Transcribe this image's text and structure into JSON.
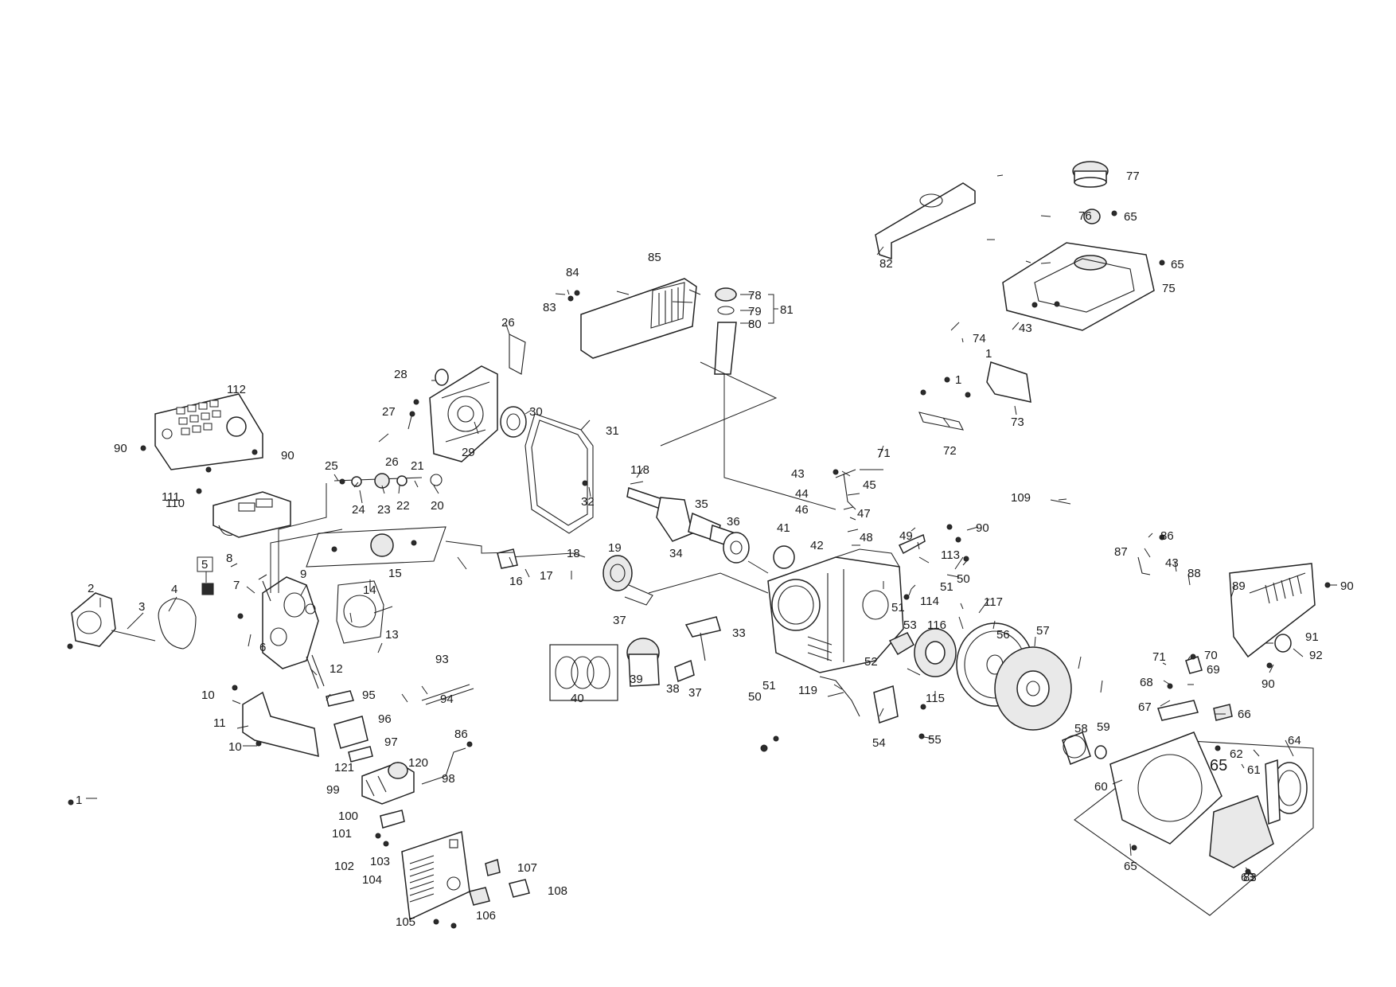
{
  "diagram": {
    "title": "Engine exploded parts diagram",
    "callouts": [
      {
        "id": "c1a",
        "text": "1"
      },
      {
        "id": "c1b",
        "text": "1"
      },
      {
        "id": "c1c",
        "text": "1"
      },
      {
        "id": "c2",
        "text": "2"
      },
      {
        "id": "c3",
        "text": "3"
      },
      {
        "id": "c4",
        "text": "4"
      },
      {
        "id": "c5",
        "text": "5"
      },
      {
        "id": "c6",
        "text": "6"
      },
      {
        "id": "c7",
        "text": "7"
      },
      {
        "id": "c8",
        "text": "8"
      },
      {
        "id": "c9",
        "text": "9"
      },
      {
        "id": "c10a",
        "text": "10"
      },
      {
        "id": "c10b",
        "text": "10"
      },
      {
        "id": "c11",
        "text": "11"
      },
      {
        "id": "c12",
        "text": "12"
      },
      {
        "id": "c13",
        "text": "13"
      },
      {
        "id": "c14",
        "text": "14"
      },
      {
        "id": "c15",
        "text": "15"
      },
      {
        "id": "c16",
        "text": "16"
      },
      {
        "id": "c17",
        "text": "17"
      },
      {
        "id": "c18",
        "text": "18"
      },
      {
        "id": "c19",
        "text": "19"
      },
      {
        "id": "c20",
        "text": "20"
      },
      {
        "id": "c21",
        "text": "21"
      },
      {
        "id": "c22",
        "text": "22"
      },
      {
        "id": "c23",
        "text": "23"
      },
      {
        "id": "c24",
        "text": "24"
      },
      {
        "id": "c25",
        "text": "25"
      },
      {
        "id": "c26a",
        "text": "26"
      },
      {
        "id": "c26b",
        "text": "26"
      },
      {
        "id": "c27",
        "text": "27"
      },
      {
        "id": "c28",
        "text": "28"
      },
      {
        "id": "c29",
        "text": "29"
      },
      {
        "id": "c30",
        "text": "30"
      },
      {
        "id": "c31",
        "text": "31"
      },
      {
        "id": "c32",
        "text": "32"
      },
      {
        "id": "c33",
        "text": "33"
      },
      {
        "id": "c34",
        "text": "34"
      },
      {
        "id": "c35",
        "text": "35"
      },
      {
        "id": "c36",
        "text": "36"
      },
      {
        "id": "c37a",
        "text": "37"
      },
      {
        "id": "c37b",
        "text": "37"
      },
      {
        "id": "c38",
        "text": "38"
      },
      {
        "id": "c39",
        "text": "39"
      },
      {
        "id": "c40",
        "text": "40"
      },
      {
        "id": "c41",
        "text": "41"
      },
      {
        "id": "c42",
        "text": "42"
      },
      {
        "id": "c43a",
        "text": "43"
      },
      {
        "id": "c43b",
        "text": "43"
      },
      {
        "id": "c43c",
        "text": "43"
      },
      {
        "id": "c44",
        "text": "44"
      },
      {
        "id": "c45",
        "text": "45"
      },
      {
        "id": "c46",
        "text": "46"
      },
      {
        "id": "c47",
        "text": "47"
      },
      {
        "id": "c48",
        "text": "48"
      },
      {
        "id": "c49",
        "text": "49"
      },
      {
        "id": "c50a",
        "text": "50"
      },
      {
        "id": "c50b",
        "text": "50"
      },
      {
        "id": "c51a",
        "text": "51"
      },
      {
        "id": "c51b",
        "text": "51"
      },
      {
        "id": "c51c",
        "text": "51"
      },
      {
        "id": "c52",
        "text": "52"
      },
      {
        "id": "c53",
        "text": "53"
      },
      {
        "id": "c54",
        "text": "54"
      },
      {
        "id": "c55",
        "text": "55"
      },
      {
        "id": "c56",
        "text": "56"
      },
      {
        "id": "c57",
        "text": "57"
      },
      {
        "id": "c58",
        "text": "58"
      },
      {
        "id": "c59",
        "text": "59"
      },
      {
        "id": "c60",
        "text": "60"
      },
      {
        "id": "c61",
        "text": "61"
      },
      {
        "id": "c62",
        "text": "62"
      },
      {
        "id": "c63",
        "text": "63"
      },
      {
        "id": "c64",
        "text": "64"
      },
      {
        "id": "c65a",
        "text": "65"
      },
      {
        "id": "c65b",
        "text": "65"
      },
      {
        "id": "c65c",
        "text": "65"
      },
      {
        "id": "c65d",
        "text": "65"
      },
      {
        "id": "c66",
        "text": "66"
      },
      {
        "id": "c67",
        "text": "67"
      },
      {
        "id": "c68",
        "text": "68"
      },
      {
        "id": "c69",
        "text": "69"
      },
      {
        "id": "c70",
        "text": "70"
      },
      {
        "id": "c71a",
        "text": "71"
      },
      {
        "id": "c71b",
        "text": "71"
      },
      {
        "id": "c72",
        "text": "72"
      },
      {
        "id": "c73",
        "text": "73"
      },
      {
        "id": "c74",
        "text": "74"
      },
      {
        "id": "c75",
        "text": "75"
      },
      {
        "id": "c76",
        "text": "76"
      },
      {
        "id": "c77",
        "text": "77"
      },
      {
        "id": "c78",
        "text": "78"
      },
      {
        "id": "c79",
        "text": "79"
      },
      {
        "id": "c80",
        "text": "80"
      },
      {
        "id": "c81",
        "text": "81"
      },
      {
        "id": "c82",
        "text": "82"
      },
      {
        "id": "c83a",
        "text": "83"
      },
      {
        "id": "c83b",
        "text": "83"
      },
      {
        "id": "c84",
        "text": "84"
      },
      {
        "id": "c85",
        "text": "85"
      },
      {
        "id": "c86a",
        "text": "86"
      },
      {
        "id": "c86b",
        "text": "86"
      },
      {
        "id": "c87",
        "text": "87"
      },
      {
        "id": "c88",
        "text": "88"
      },
      {
        "id": "c89",
        "text": "89"
      },
      {
        "id": "c90a",
        "text": "90"
      },
      {
        "id": "c90b",
        "text": "90"
      },
      {
        "id": "c90c",
        "text": "90"
      },
      {
        "id": "c90d",
        "text": "90"
      },
      {
        "id": "c90e",
        "text": "90"
      },
      {
        "id": "c91",
        "text": "91"
      },
      {
        "id": "c92",
        "text": "92"
      },
      {
        "id": "c93",
        "text": "93"
      },
      {
        "id": "c94",
        "text": "94"
      },
      {
        "id": "c95",
        "text": "95"
      },
      {
        "id": "c96",
        "text": "96"
      },
      {
        "id": "c97",
        "text": "97"
      },
      {
        "id": "c98",
        "text": "98"
      },
      {
        "id": "c99",
        "text": "99"
      },
      {
        "id": "c100",
        "text": "100"
      },
      {
        "id": "c101",
        "text": "101"
      },
      {
        "id": "c102",
        "text": "102"
      },
      {
        "id": "c103",
        "text": "103"
      },
      {
        "id": "c104",
        "text": "104"
      },
      {
        "id": "c105",
        "text": "105"
      },
      {
        "id": "c106",
        "text": "106"
      },
      {
        "id": "c107",
        "text": "107"
      },
      {
        "id": "c108",
        "text": "108"
      },
      {
        "id": "c109",
        "text": "109"
      },
      {
        "id": "c110",
        "text": "110"
      },
      {
        "id": "c111",
        "text": "111"
      },
      {
        "id": "c112",
        "text": "112"
      },
      {
        "id": "c113",
        "text": "113"
      },
      {
        "id": "c114",
        "text": "114"
      },
      {
        "id": "c115",
        "text": "115"
      },
      {
        "id": "c116",
        "text": "116"
      },
      {
        "id": "c117",
        "text": "117"
      },
      {
        "id": "c118",
        "text": "118"
      },
      {
        "id": "c119",
        "text": "119"
      },
      {
        "id": "c120",
        "text": "120"
      },
      {
        "id": "c121",
        "text": "121"
      }
    ]
  }
}
